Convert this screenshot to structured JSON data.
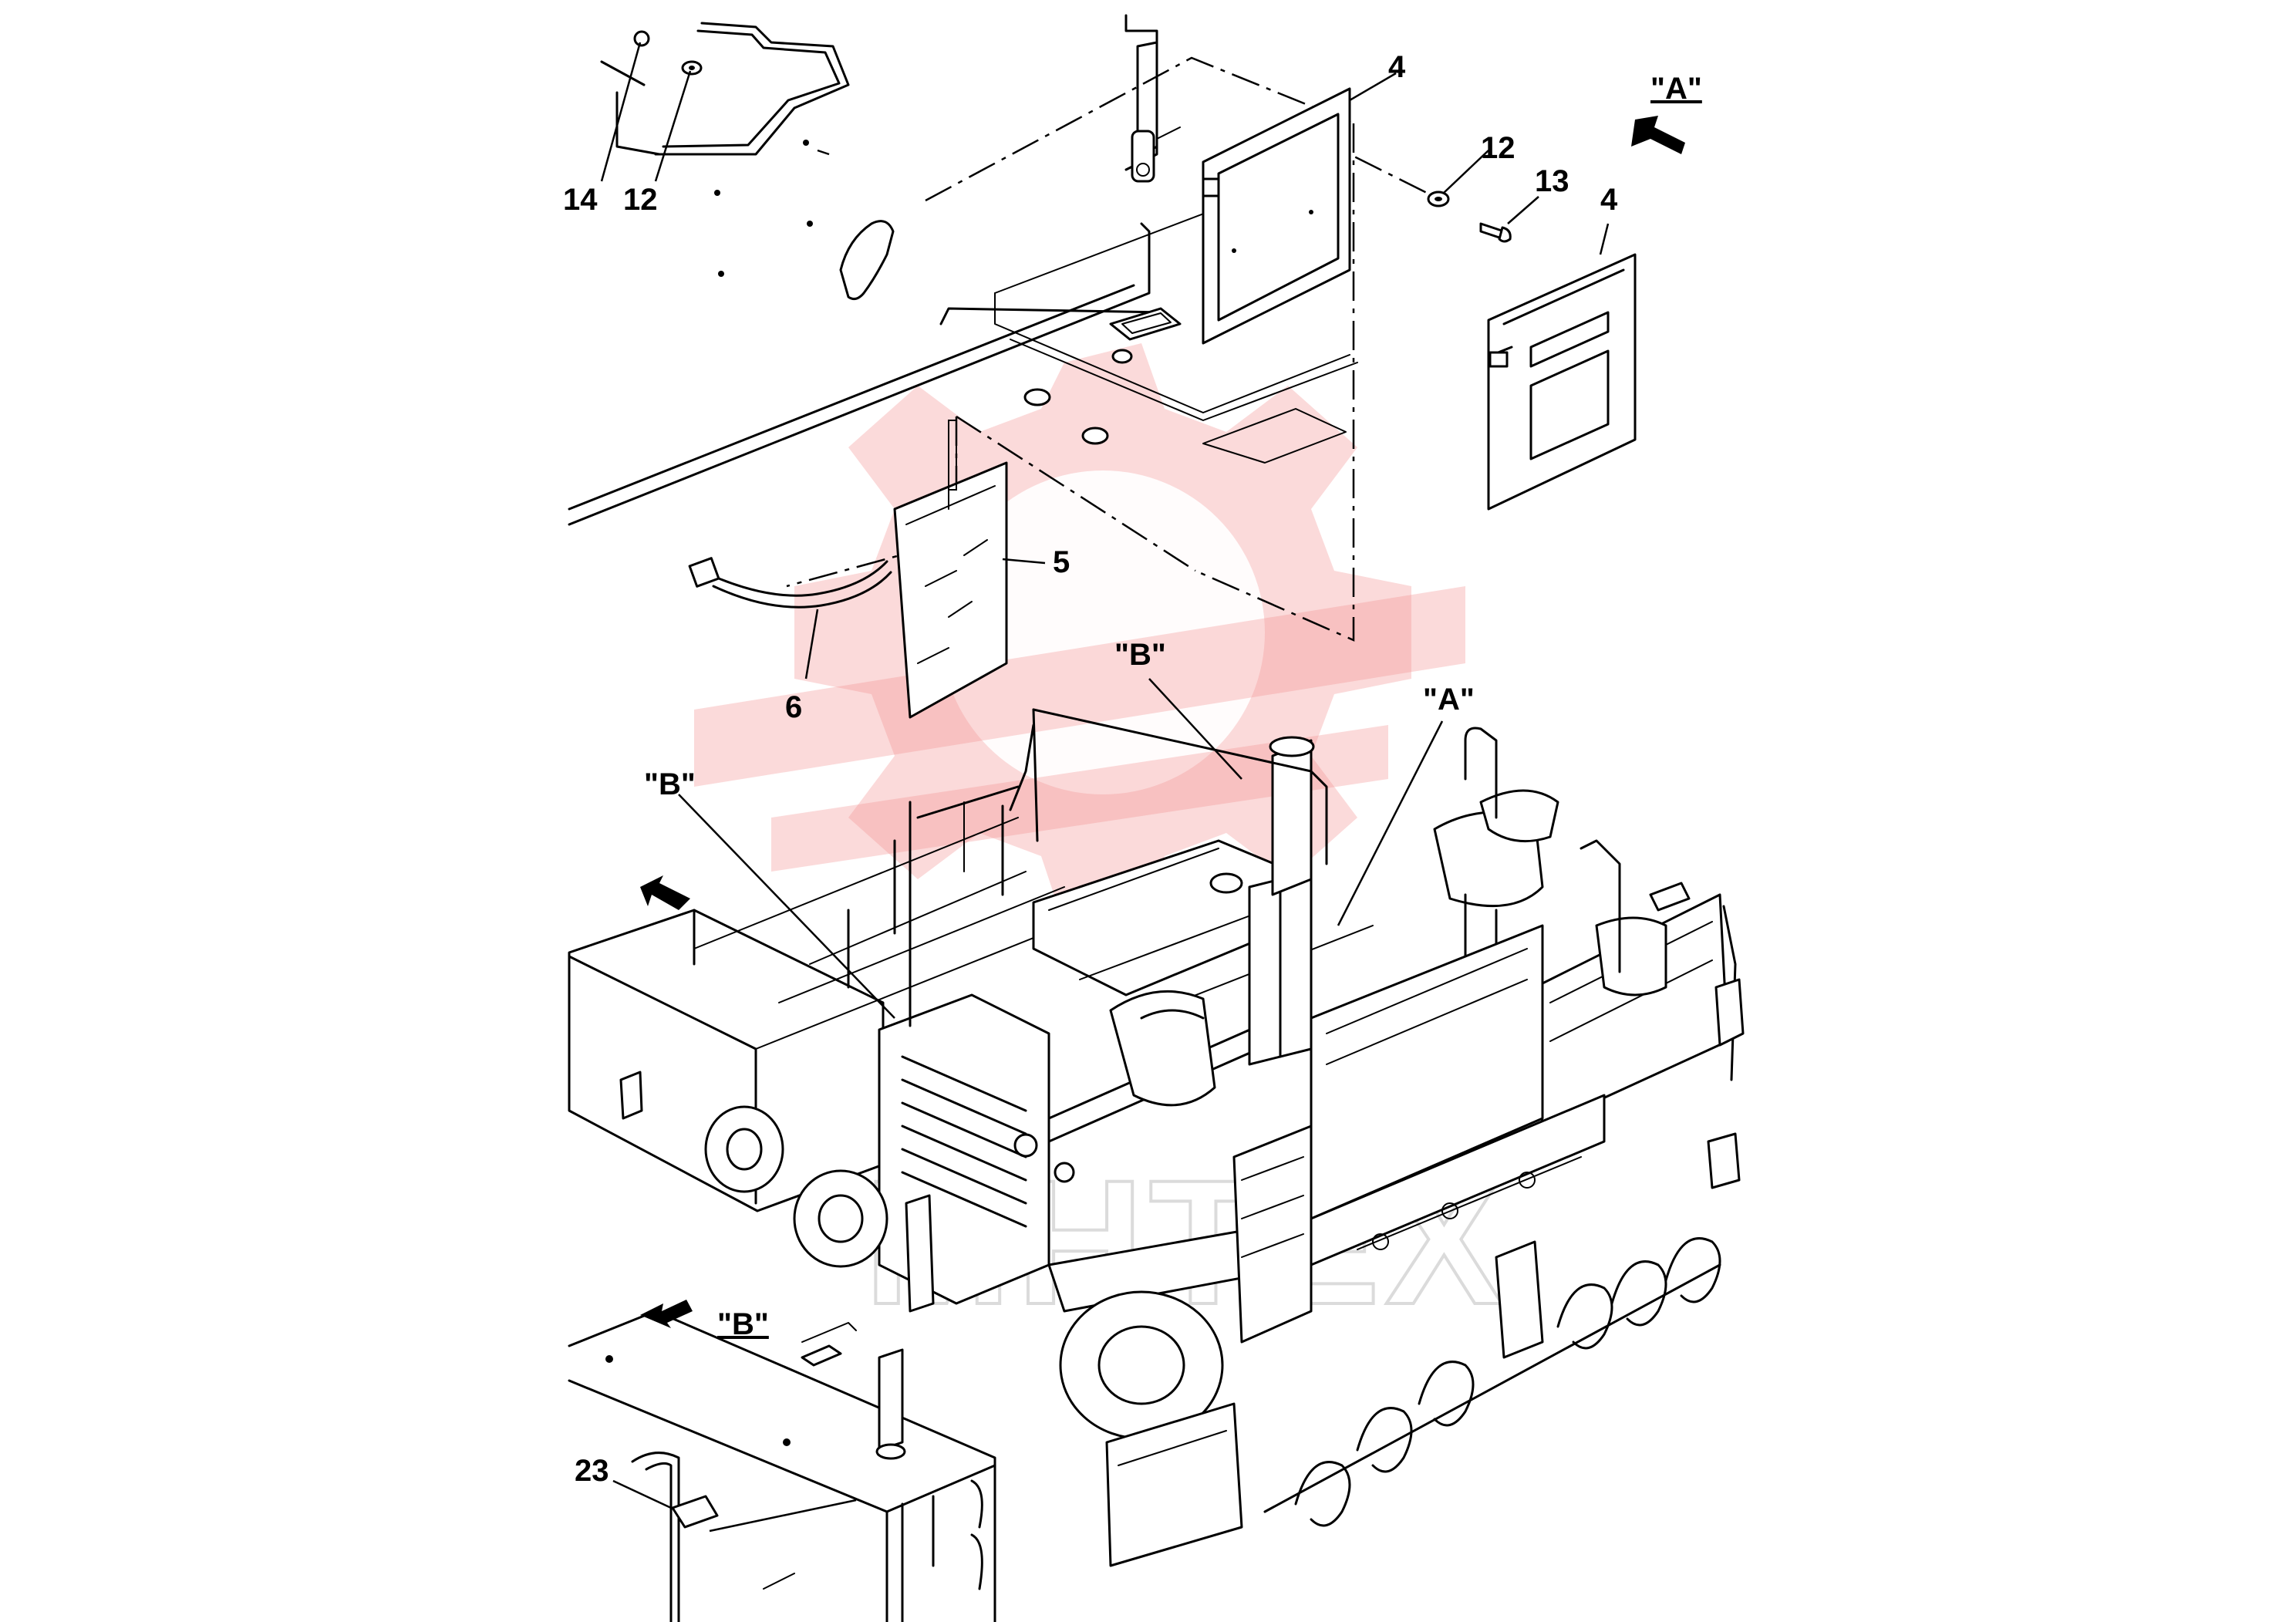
{
  "diagram": {
    "views": {
      "view_a": "\"A\"",
      "view_b": "\"B\""
    },
    "callouts": {
      "c4_top": "4",
      "c4_right": "4",
      "c5": "5",
      "c6": "6",
      "c12_left": "12",
      "c12_right": "12",
      "c13": "13",
      "c14": "14",
      "c23": "23",
      "b_marker_upper": "\"B\"",
      "b_marker_left": "\"B\"",
      "a_marker": "\"A\""
    },
    "watermark": {
      "text": "MHTEX",
      "color": "#f28b8b"
    },
    "colors": {
      "line": "#000000",
      "background": "#ffffff",
      "watermark": "#f28b8b"
    }
  }
}
